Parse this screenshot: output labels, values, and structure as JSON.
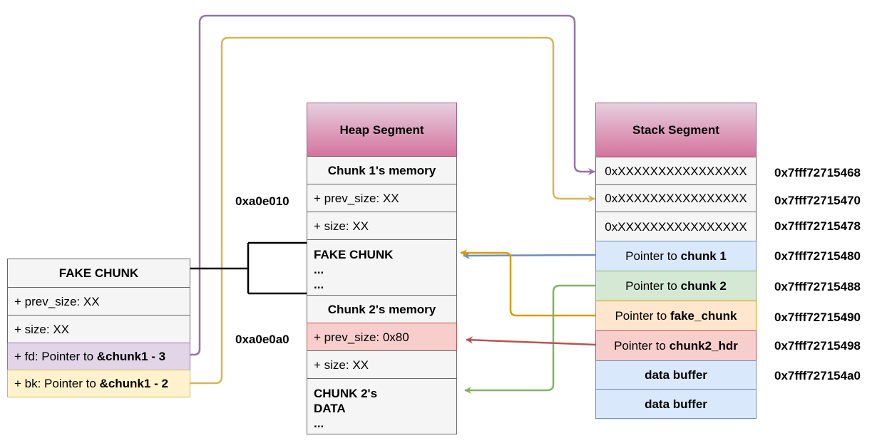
{
  "fake_chunk": {
    "title": "FAKE CHUNK",
    "prev_size": "+ prev_size: XX",
    "size": "+ size: XX",
    "fd_prefix": "+ fd: Pointer to ",
    "fd_target": "&chunk1 - 3",
    "bk_prefix": "+ bk: Pointer to ",
    "bk_target": "&chunk1 - 2"
  },
  "heap": {
    "title": "Heap Segment",
    "chunk1_memory": "Chunk 1's memory",
    "chunk1_prev_size": "+ prev_size: XX",
    "chunk1_size": "+ size: XX",
    "fake_chunk_lines": "FAKE CHUNK\n...\n...",
    "chunk2_memory": "Chunk 2's memory",
    "chunk2_prev_size": "+ prev_size: 0x80",
    "chunk2_size": "+ size: XX",
    "chunk2_data_lines": "CHUNK 2's\nDATA\n...",
    "addr_chunk1": "0xa0e010",
    "addr_chunk2": "0xa0e0a0"
  },
  "stack": {
    "title": "Stack Segment",
    "slot1": "0xXXXXXXXXXXXXXXXX",
    "slot2": "0xXXXXXXXXXXXXXXXX",
    "slot3": "0xXXXXXXXXXXXXXXXX",
    "ptr_prefix": "Pointer to ",
    "ptr_chunk1": "chunk 1",
    "ptr_chunk2": "chunk 2",
    "ptr_fake_chunk": "fake_chunk",
    "ptr_chunk2_hdr": "chunk2_hdr",
    "data_buffer_1": "data buffer",
    "data_buffer_2": "data buffer",
    "addresses": [
      "0x7fff72715468",
      "0x7fff72715470",
      "0x7fff72715478",
      "0x7fff72715480",
      "0x7fff72715488",
      "0x7fff72715490",
      "0x7fff72715498",
      "0x7fff727154a0"
    ]
  },
  "colors": {
    "fd_arrow": "#9673a6",
    "bk_arrow": "#d6b656",
    "chunk1_arrow": "#6c8ebf",
    "chunk2_arrow": "#82b366",
    "fake_chunk_arrow": "#d79b00",
    "chunk2_hdr_arrow": "#b85450"
  }
}
